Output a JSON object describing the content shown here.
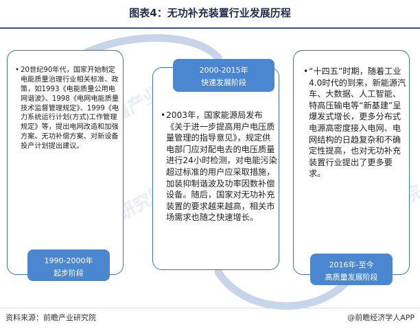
{
  "title": "图表4：无功补充装置行业发展历程",
  "stages": [
    {
      "period": "1990-2000年",
      "name": "起步阶段"
    },
    {
      "period": "2000-2015年",
      "name": "快速发展阶段"
    },
    {
      "period": "2016年-至今",
      "name": "高质量发展阶段"
    }
  ],
  "descriptions": [
    "20世纪90年代，国家开始制定电能质量治理行业相关标准、政策，如1993《电能质量公用电网谐波》、1998《电网电能质量技术监督管理规定》、1999《电力系统运行计划(方式)工作管理规定》等，提出电网改造和加强方案、无功补偿方案、对新设备投产计划提出建议。",
    "2003年，国家能源局发布《关于进一步提高用户电压质量管理的指导意见》，规定供电部门应对配电去的电压质量进行24小时检测，对电能污染超过标准的用户应采取措施，加装抑制谐波及功率因数补偿设备。随后，国家对无功补充装置的要求越来越高，相关市场需求也随之快速增长。",
    "“十四五”时期，随着工业4.0时代的到来，新能源汽车、大数据、人工智能、特高压输电等“新基建”呈爆发式增长，更多分布式电源高密度接入电网、电网结构的日趋复杂和不确定性提高，也对无功补充装置行业提出了更多要求。"
  ],
  "bullet": "•",
  "footer": {
    "source": "资料来源：前瞻产业研究院",
    "credit": "@前瞻经济学人APP"
  },
  "watermark": "前瞻产业研究院",
  "colors": {
    "accent": "#4b86d0",
    "border": "#3d6fb6",
    "title": "#1f2d4a",
    "deco": "#c7d5ea"
  }
}
